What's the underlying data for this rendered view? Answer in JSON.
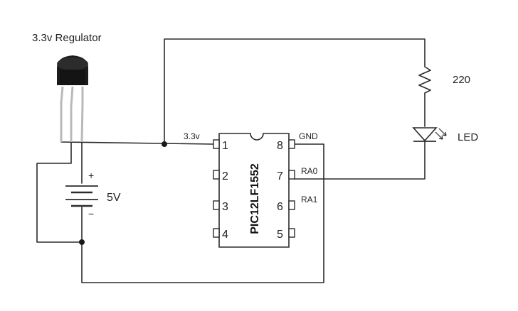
{
  "regulator": {
    "label": "3.3v Regulator"
  },
  "battery": {
    "label": "5V",
    "plus": "+",
    "minus": "−"
  },
  "resistor": {
    "label": "220"
  },
  "led": {
    "label": "LED"
  },
  "net": {
    "vdd_label": "3.3v"
  },
  "chip": {
    "name": "PIC12LF1552",
    "pins": {
      "p1": "1",
      "p2": "2",
      "p3": "3",
      "p4": "4",
      "p5": "5",
      "p6": "6",
      "p7": "7",
      "p8": "8"
    },
    "pin_names": {
      "p7": "RA0",
      "p6": "RA1",
      "p8": "GND"
    }
  },
  "colors": {
    "wire": "#2b2b2b",
    "regulator_body": "#1c1c1c",
    "leads": "#b9b9b9"
  }
}
